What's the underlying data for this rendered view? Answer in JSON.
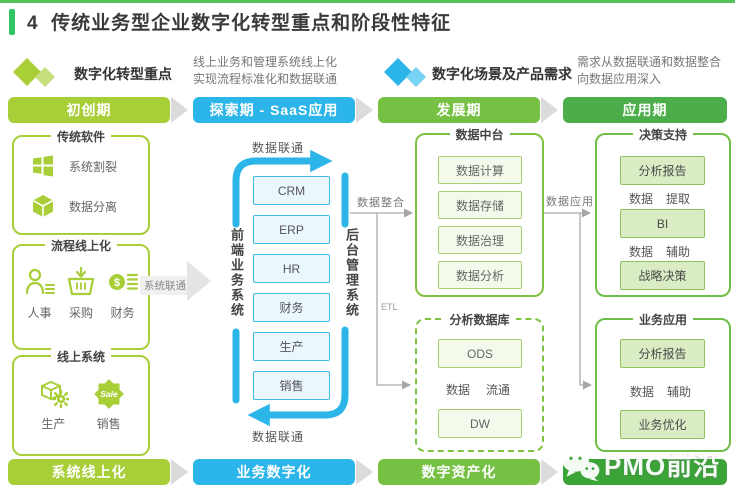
{
  "header": {
    "number": "4",
    "title": "传统业务型企业数字化转型重点和阶段性特征"
  },
  "legend": {
    "left": {
      "label": "数字化转型重点",
      "desc1": "线上业务和管理系统线上化",
      "desc2": "实现流程标准化和数据联通"
    },
    "right": {
      "label": "数字化场景及产品需求",
      "desc1": "需求从数据联通和数据整合",
      "desc2": "向数据应用深入"
    }
  },
  "stages_top": [
    {
      "label": "初创期"
    },
    {
      "label": "探索期 - SaaS应用"
    },
    {
      "label": "发展期"
    },
    {
      "label": "应用期"
    }
  ],
  "stages_bottom": [
    {
      "label": "系统线上化"
    },
    {
      "label": "业务数字化"
    },
    {
      "label": "数字资产化"
    },
    {
      "label": ""
    }
  ],
  "watermark": {
    "text": "PMO前沿",
    "icon": "wechat-icon"
  },
  "col1": {
    "box1": {
      "title": "传统软件",
      "items": [
        {
          "icon": "windows-icon",
          "label": "系统割裂"
        },
        {
          "icon": "cube-icon",
          "label": "数据分离"
        }
      ]
    },
    "box2": {
      "title": "流程线上化",
      "items": [
        {
          "icon": "person-icon",
          "label": "人事"
        },
        {
          "icon": "basket-icon",
          "label": "采购"
        },
        {
          "icon": "coins-icon",
          "label": "财务"
        }
      ]
    },
    "box3": {
      "title": "线上系统",
      "items": [
        {
          "icon": "production-box-icon",
          "label": "生产"
        },
        {
          "icon": "sale-badge-icon",
          "label": "销售"
        }
      ]
    },
    "connector_label": "系统联通"
  },
  "col2": {
    "top_arrow_label": "数据联通",
    "bottom_arrow_label": "数据联通",
    "left_vertical_label": "前端业务系统",
    "right_vertical_label": "后台管理系统",
    "boxes": [
      "CRM",
      "ERP",
      "HR",
      "财务",
      "生产",
      "销售"
    ]
  },
  "connectors": {
    "integration": "数据整合",
    "etl": "ETL",
    "application": "数据应用"
  },
  "col3": {
    "top_box": {
      "title": "数据中台",
      "items": [
        "数据计算",
        "数据存储",
        "数据治理",
        "数据分析"
      ]
    },
    "bottom_box": {
      "title": "分析数据库",
      "top_item": "ODS",
      "bottom_item": "DW",
      "flow_left": "数据",
      "flow_right": "流通"
    }
  },
  "col4": {
    "top_box": {
      "title": "决策支持",
      "item1": "分析报告",
      "arrow1_left": "数据",
      "arrow1_right": "提取",
      "item2": "BI",
      "arrow2_left": "数据",
      "arrow2_right": "辅助",
      "item3": "战略决策"
    },
    "bottom_box": {
      "title": "业务应用",
      "item1": "分析报告",
      "arrow_left": "数据",
      "arrow_right": "辅助",
      "item2": "业务优化"
    }
  },
  "colors": {
    "accent_lime": "#A8CE38",
    "accent_blue": "#2CB5E8",
    "mid_green": "#76C043",
    "dark_green": "#4BAE4A",
    "darker_green": "#3AA437",
    "title_bar_green": "#31C563",
    "gray_arrow": "#A6A6A6",
    "blue_box_fill": "#EAF7FD",
    "green_box_fill": "#F3FAEB",
    "green_box_fill_dark": "#D9ECC4"
  }
}
